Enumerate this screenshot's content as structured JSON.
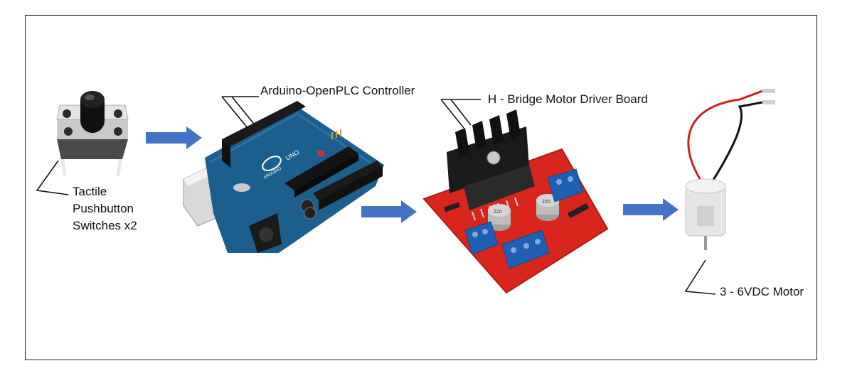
{
  "labels": {
    "arduino": "Arduino-OpenPLC Controller",
    "hbridge": "H - Bridge Motor Driver Board",
    "pushbutton": [
      "Tactile",
      "Pushbutton",
      "Switches x2"
    ],
    "motor": "3 - 6VDC Motor"
  },
  "board_text": {
    "uno": "UNO",
    "arduino": "ARDUINO",
    "cap1": "220",
    "cap2": "220"
  },
  "colors": {
    "arrow": "#4472c4",
    "arduino_board": "#1c5f8c",
    "hbridge_board": "#d9261c",
    "terminal": "#1e5fb3",
    "heatsink": "#1a1a1a"
  },
  "icons": [
    "tactile-switch-image",
    "arduino-board-image",
    "hbridge-board-image",
    "dc-motor-image"
  ]
}
